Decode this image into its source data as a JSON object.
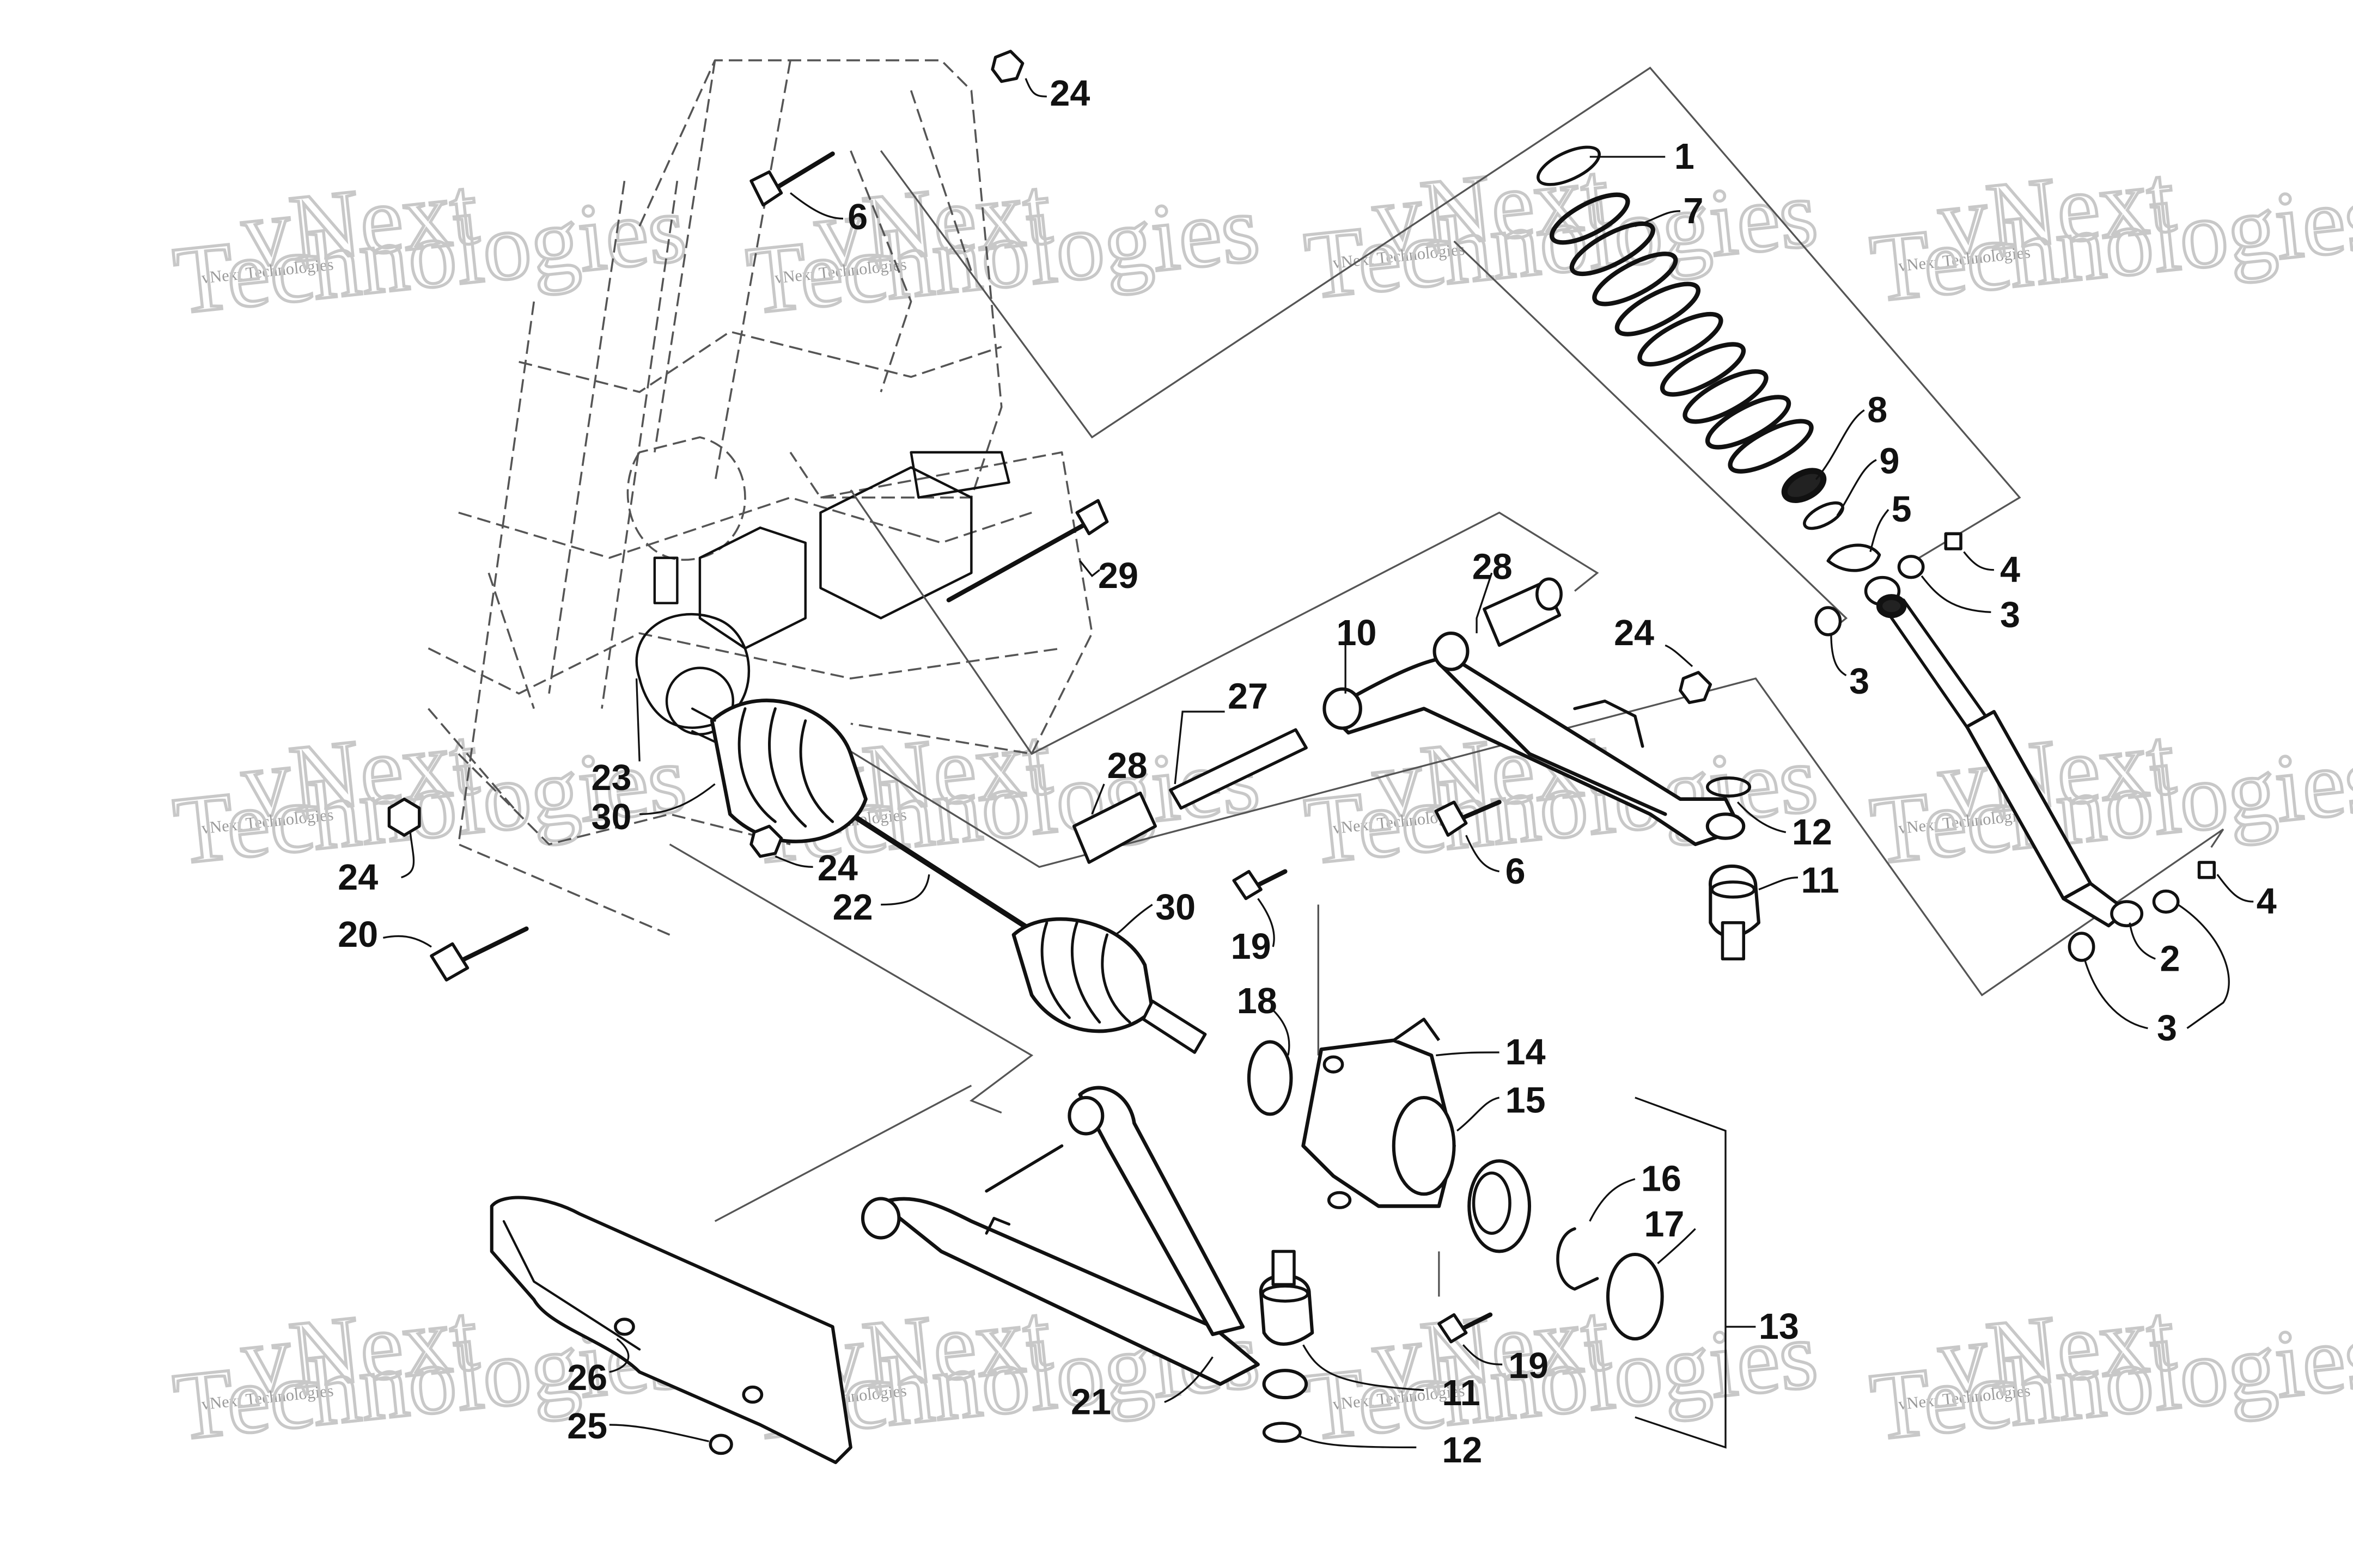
{
  "callouts": [
    {
      "id": "c1",
      "text": "1"
    },
    {
      "id": "c7",
      "text": "7"
    },
    {
      "id": "c8",
      "text": "8"
    },
    {
      "id": "c9",
      "text": "9"
    },
    {
      "id": "c5",
      "text": "5"
    },
    {
      "id": "c4a",
      "text": "4"
    },
    {
      "id": "c3a",
      "text": "3"
    },
    {
      "id": "c3b",
      "text": "3"
    },
    {
      "id": "c24a",
      "text": "24"
    },
    {
      "id": "c6a",
      "text": "6"
    },
    {
      "id": "c29",
      "text": "29"
    },
    {
      "id": "c28a",
      "text": "28"
    },
    {
      "id": "c10",
      "text": "10"
    },
    {
      "id": "c24b",
      "text": "24"
    },
    {
      "id": "c27",
      "text": "27"
    },
    {
      "id": "c28b",
      "text": "28"
    },
    {
      "id": "c12a",
      "text": "12"
    },
    {
      "id": "c11a",
      "text": "11"
    },
    {
      "id": "c6b",
      "text": "6"
    },
    {
      "id": "c4b",
      "text": "4"
    },
    {
      "id": "c2",
      "text": "2"
    },
    {
      "id": "c3c",
      "text": "3"
    },
    {
      "id": "c23",
      "text": "23"
    },
    {
      "id": "c30a",
      "text": "30"
    },
    {
      "id": "c24c",
      "text": "24"
    },
    {
      "id": "c24d",
      "text": "24"
    },
    {
      "id": "c22",
      "text": "22"
    },
    {
      "id": "c20",
      "text": "20"
    },
    {
      "id": "c30b",
      "text": "30"
    },
    {
      "id": "c19a",
      "text": "19"
    },
    {
      "id": "c18",
      "text": "18"
    },
    {
      "id": "c14",
      "text": "14"
    },
    {
      "id": "c15",
      "text": "15"
    },
    {
      "id": "c16",
      "text": "16"
    },
    {
      "id": "c17",
      "text": "17"
    },
    {
      "id": "c13",
      "text": "13"
    },
    {
      "id": "c19b",
      "text": "19"
    },
    {
      "id": "c11b",
      "text": "11"
    },
    {
      "id": "c12b",
      "text": "12"
    },
    {
      "id": "c21",
      "text": "21"
    },
    {
      "id": "c26",
      "text": "26"
    },
    {
      "id": "c25",
      "text": "25"
    }
  ],
  "watermark": {
    "line1": "vNext Technologies",
    "big": "vNext",
    "big2": "Technologies"
  }
}
